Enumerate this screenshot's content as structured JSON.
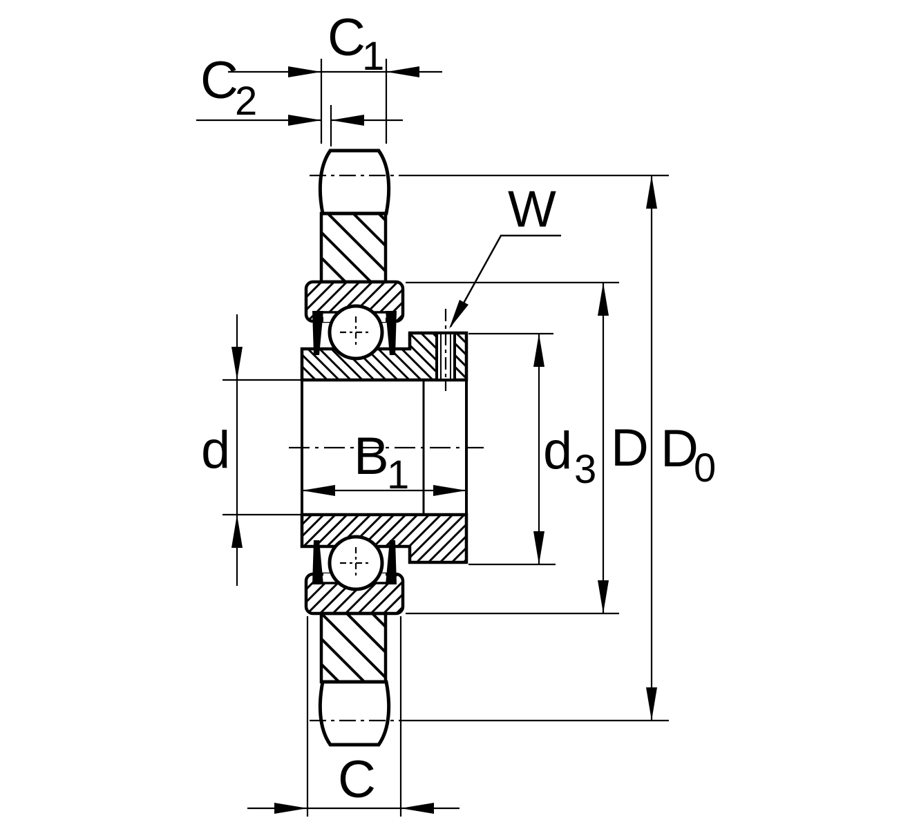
{
  "figure": {
    "kind": "engineering-section-drawing",
    "subject": "Chain sprocket with integrated radial insert ball bearing and locking collar with set screw",
    "colors": {
      "line": "#000000",
      "background": "#ffffff"
    },
    "dimension_labels": {
      "c1": {
        "base": "C",
        "sub": "1"
      },
      "c2": {
        "base": "C",
        "sub": "2"
      },
      "c": {
        "base": "C",
        "sub": ""
      },
      "d": {
        "base": "d",
        "sub": ""
      },
      "b1": {
        "base": "B",
        "sub": "1"
      },
      "d3": {
        "base": "d",
        "sub": "3"
      },
      "dcap": {
        "base": "D",
        "sub": ""
      },
      "d0": {
        "base": "D",
        "sub": "0"
      },
      "w": {
        "base": "W",
        "sub": ""
      }
    }
  }
}
